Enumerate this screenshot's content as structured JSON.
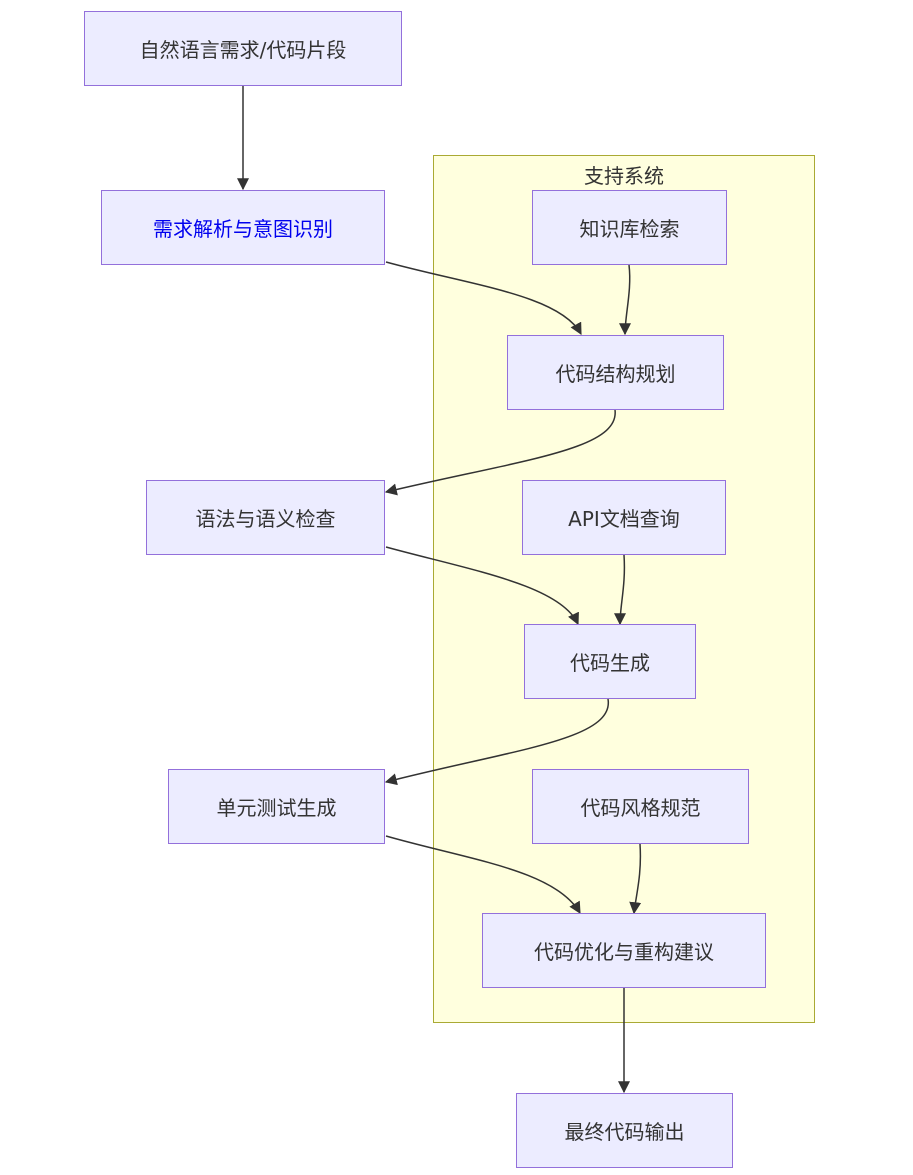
{
  "cluster": {
    "title": "支持系统"
  },
  "nodes": {
    "input": "自然语言需求/代码片段",
    "parse": "需求解析与意图识别",
    "kb": "知识库检索",
    "plan": "代码结构规划",
    "syntax": "语法与语义检查",
    "api": "API文档查询",
    "gen": "代码生成",
    "unittest": "单元测试生成",
    "style": "代码风格规范",
    "optimize": "代码优化与重构建议",
    "output": "最终代码输出"
  },
  "colors": {
    "node_fill": "#ececff",
    "node_stroke": "#9370db",
    "cluster_fill": "#ffffde",
    "cluster_stroke": "#aaaa33",
    "edge": "#333333",
    "link_text": "#0000ee"
  }
}
